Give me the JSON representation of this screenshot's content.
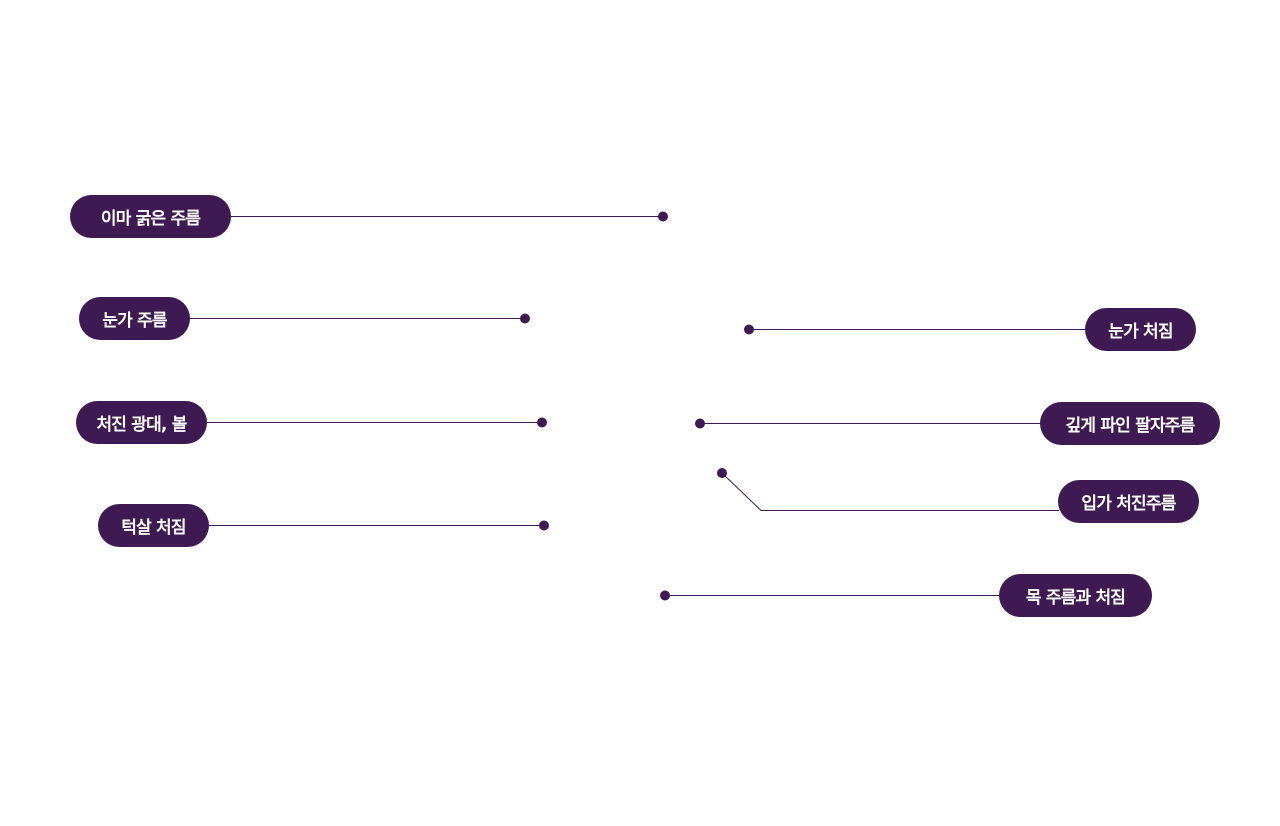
{
  "colors": {
    "pill": "#3f1a52",
    "line": "#3f1a52",
    "background": "#ffffff"
  },
  "labels": {
    "forehead": "이마 굵은 주름",
    "eye_wrinkle": "눈가 주름",
    "eye_sag": "눈가 처짐",
    "cheek": "처진 광대, 볼",
    "nasolabial": "깊게 파인 팔자주름",
    "mouth": "입가 처진주름",
    "chin": "턱살 처짐",
    "neck": "목 주름과 처짐"
  }
}
